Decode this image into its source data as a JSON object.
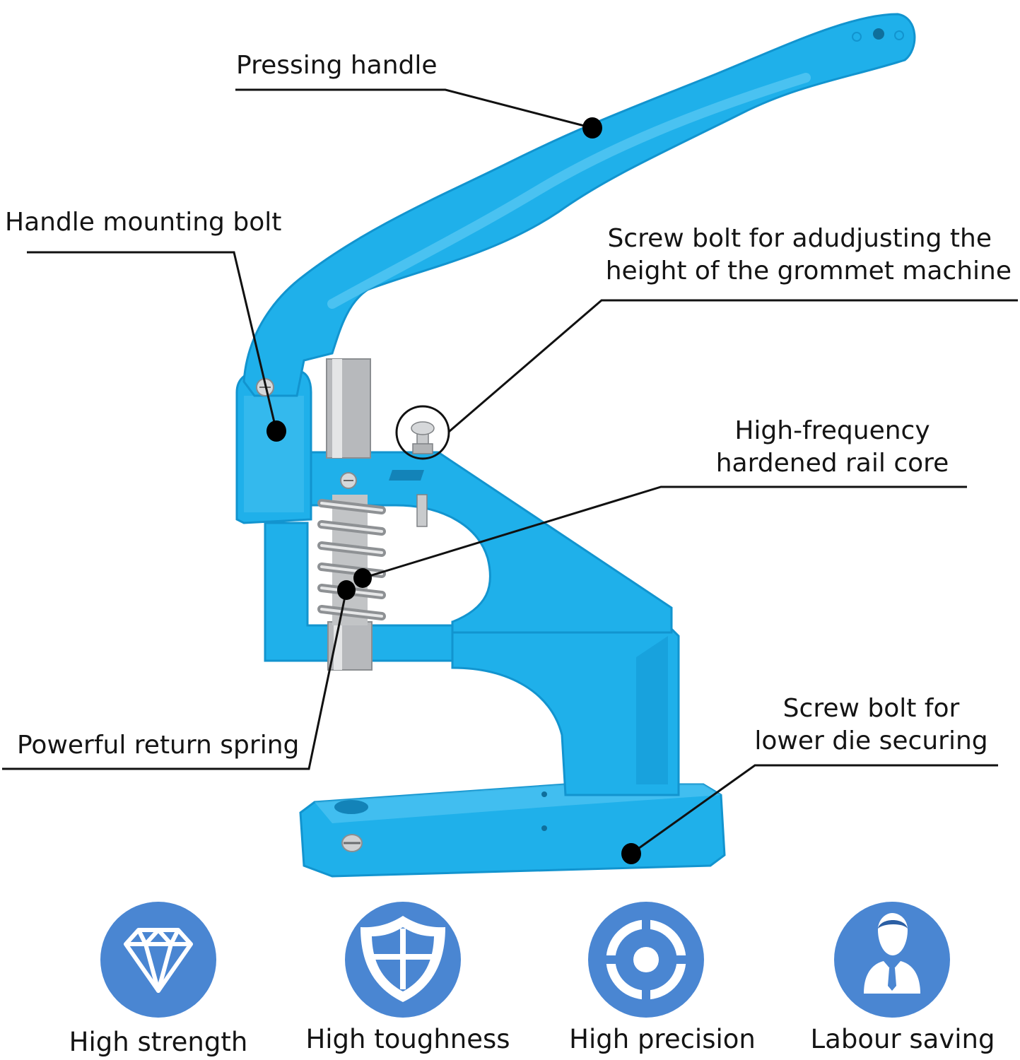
{
  "colors": {
    "machine": "#1fb0ea",
    "machine_dark": "#1294cf",
    "machine_light": "#5dcbf4",
    "icon_circle": "#4a86d2",
    "steel": "#b7b9bc",
    "line": "#111111"
  },
  "callouts": {
    "pressing_handle": "Pressing handle",
    "handle_mounting_bolt": "Handle mounting bolt",
    "height_screw_line1": "Screw bolt for adudjusting the",
    "height_screw_line2": "height of the grommet machine",
    "rail_core_line1": "High-frequency",
    "rail_core_line2": "hardened rail core",
    "return_spring": "Powerful return spring",
    "lower_die_line1": "Screw bolt for",
    "lower_die_line2": "lower die securing"
  },
  "features": [
    {
      "icon": "diamond-icon",
      "label": "High strength"
    },
    {
      "icon": "shield-icon",
      "label": "High toughness"
    },
    {
      "icon": "crosshair-icon",
      "label": "High precision"
    },
    {
      "icon": "person-icon",
      "label": "Labour saving"
    }
  ]
}
